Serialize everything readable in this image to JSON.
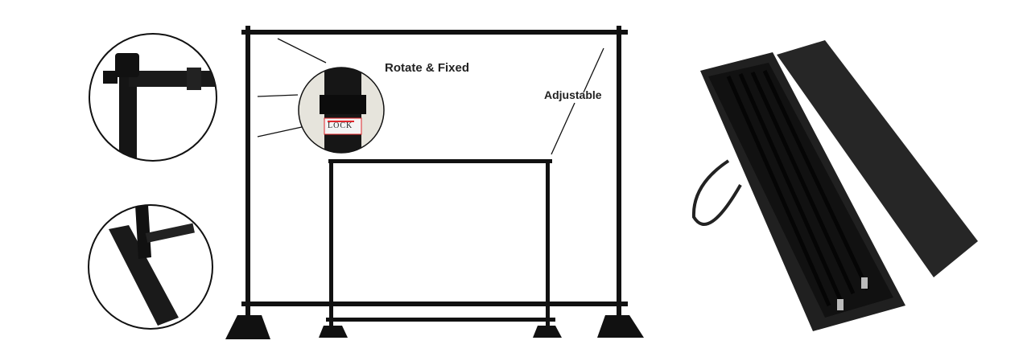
{
  "labels": {
    "rotate_fixed": "Rotate & Fixed",
    "adjustable": "Adjustable",
    "lock": "LOCK"
  },
  "colors": {
    "frame": "#111111",
    "bag": "#1c1c1c",
    "lock_red": "#e0262b"
  }
}
